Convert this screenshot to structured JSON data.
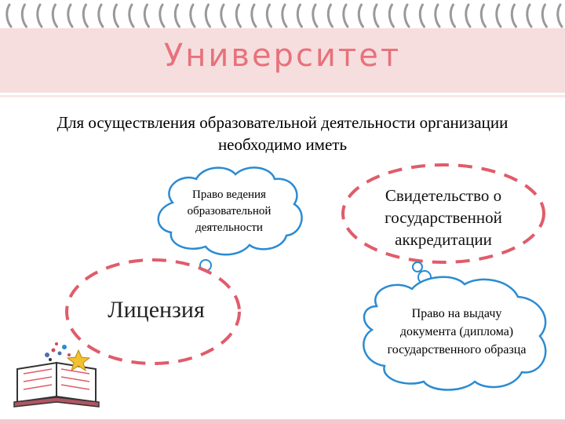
{
  "title": "Университет",
  "subtitle": "Для осуществления образовательной деятельности организации необходимо иметь",
  "license_cloud": "Право ведения образовательной деятельности",
  "license_label": "Лицензия",
  "accreditation_label": "Свидетельство о государственной аккредитации",
  "accreditation_cloud": "Право на выдачу документа (диплома) государственного образца",
  "colors": {
    "accent": "#e8717c",
    "title_band": "#f6dede",
    "dashed_border": "#e05c6a",
    "cloud_border": "#2a8bd2"
  }
}
